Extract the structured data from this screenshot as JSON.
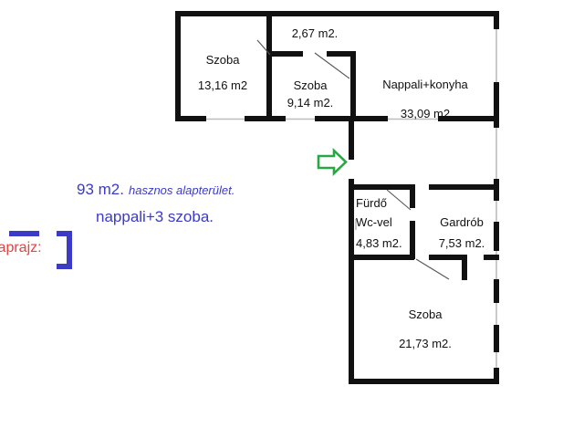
{
  "document": {
    "title": "Alaprajz",
    "type": "floor-plan"
  },
  "annotation": {
    "heading": "laprajz:",
    "heading_color": "#e8423f",
    "accent_color": "#3b3bc8",
    "area_value": "93 m2.",
    "area_caption": "hasznos alapterület.",
    "rooms_summary": "nappali+3 szoba."
  },
  "plan": {
    "wall_color": "#111111",
    "opening_color": "#bdbdbd",
    "arrow_color": "#28a745",
    "arrow_name": "entrance-arrow",
    "rooms": [
      {
        "id": "szoba-1",
        "name": "Szoba",
        "area": "13,16 m2"
      },
      {
        "id": "hallway",
        "name": "",
        "area": "2,67 m2."
      },
      {
        "id": "szoba-2",
        "name": "Szoba",
        "area": "9,14 m2."
      },
      {
        "id": "nappali-konyha",
        "name": "Nappali+konyha",
        "area": "33,09 m2"
      },
      {
        "id": "furdo",
        "name": "Fürdő",
        "name2": "Wc-vel",
        "area": "4,83 m2."
      },
      {
        "id": "gardrob",
        "name": "Gardrób",
        "area": "7,53 m2."
      },
      {
        "id": "szoba-3",
        "name": "Szoba",
        "area": "21,73 m2."
      }
    ]
  }
}
